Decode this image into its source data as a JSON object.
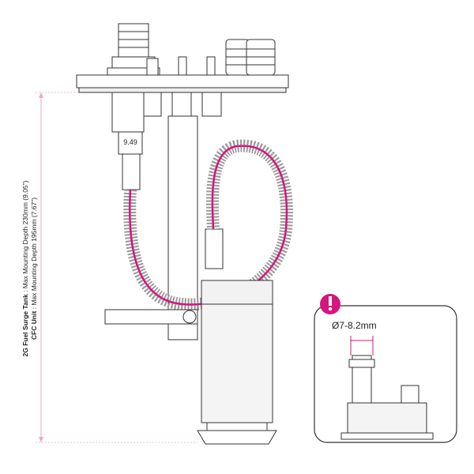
{
  "dimension": {
    "line1_bold": "2G Fuel Surge Tank",
    "line1_rest": " : Max Mounting Depth 230mm (9.05\")",
    "line2_bold": "CFC Unit",
    "line2_rest": " : Max Mounting Depth 195mm (7.67\")"
  },
  "fitting_label": "9.49",
  "inset": {
    "warning_icon": "exclamation",
    "diameter_label": "Ø7-8.2mm"
  },
  "colors": {
    "accent": "#d6157e",
    "line": "#333333",
    "dim": "#e6a8c8"
  }
}
